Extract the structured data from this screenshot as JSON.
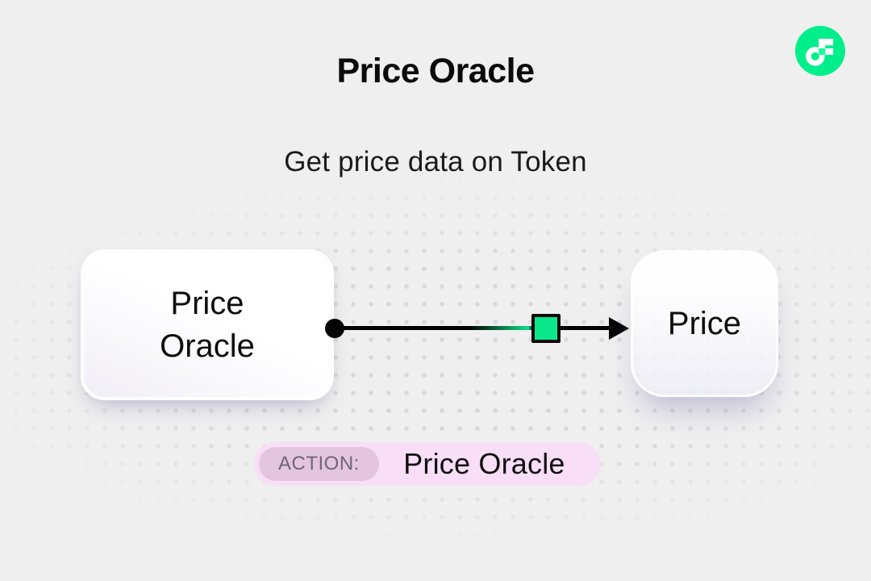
{
  "page": {
    "title": "Price Oracle",
    "subtitle": "Get price data on Token",
    "background_color": "#EFEFEF",
    "dot_color": "#C4C4C4"
  },
  "logo": {
    "name": "flow-logo",
    "circle_color": "#00EF8B",
    "accent_square_color": "#16FF99"
  },
  "diagram": {
    "source_node": {
      "label": "Price\nOracle"
    },
    "target_node": {
      "label": "Price"
    },
    "connector": {
      "square_color": "#0BE88C",
      "line_color": "#050505"
    }
  },
  "action_badge": {
    "label": "ACTION:",
    "value": "Price Oracle",
    "badge_color": "#F9DEF7",
    "label_pill_color": "#E3C5DF"
  }
}
